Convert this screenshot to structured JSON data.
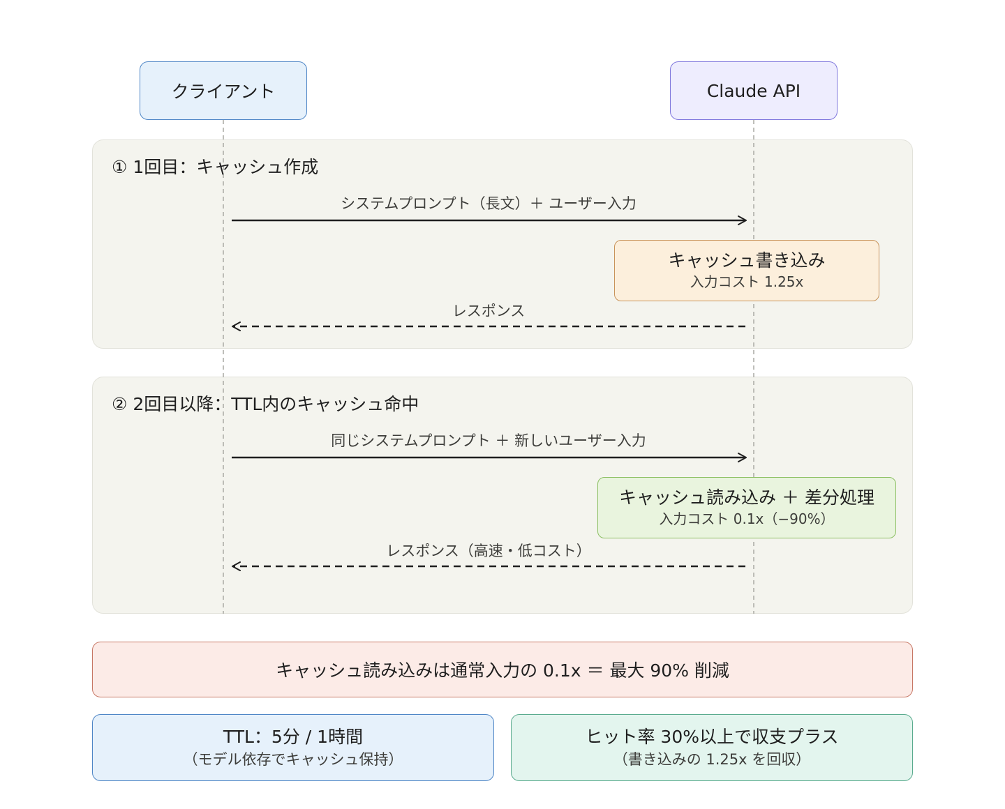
{
  "participants": {
    "client": "クライアント",
    "api": "Claude API"
  },
  "phase1": {
    "title": "① 1回目：キャッシュ作成",
    "request_label": "システムプロンプト（長文）＋ ユーザー入力",
    "note_title": "キャッシュ書き込み",
    "note_sub": "入力コスト 1.25x",
    "response_label": "レスポンス"
  },
  "phase2": {
    "title": "② 2回目以降：TTL内のキャッシュ命中",
    "request_label": "同じシステムプロンプト ＋ 新しいユーザー入力",
    "note_title": "キャッシュ読み込み ＋ 差分処理",
    "note_sub": "入力コスト 0.1x（−90%）",
    "response_label": "レスポンス（高速・低コスト）"
  },
  "summary": {
    "banner": "キャッシュ読み込みは通常入力の 0.1x ＝ 最大 90% 削減",
    "ttl_title": "TTL：5分 / 1時間",
    "ttl_sub": "（モデル依存でキャッシュ保持）",
    "hit_title": "ヒット率 30%以上で収支プラス",
    "hit_sub": "（書き込みの 1.25x を回収）"
  }
}
